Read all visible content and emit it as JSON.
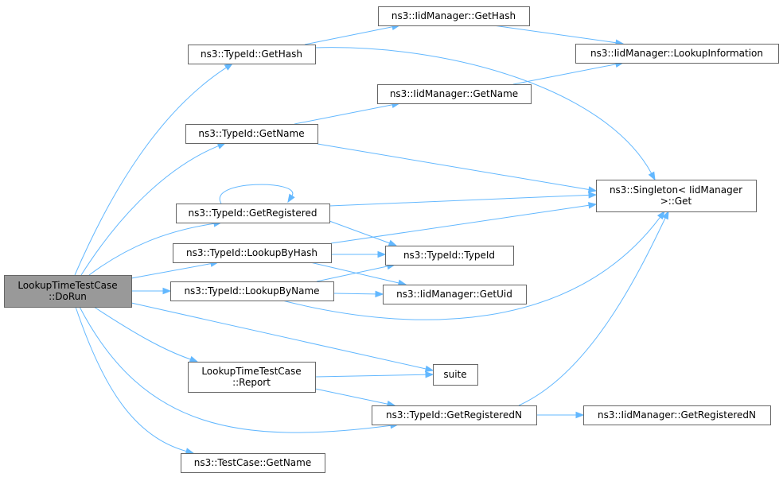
{
  "graph": {
    "nodes": [
      {
        "id": "dorun",
        "lines": [
          "LookupTimeTestCase",
          "::DoRun"
        ],
        "root": true
      },
      {
        "id": "typeid_gethash",
        "lines": [
          "ns3::TypeId::GetHash"
        ]
      },
      {
        "id": "typeid_getname",
        "lines": [
          "ns3::TypeId::GetName"
        ]
      },
      {
        "id": "typeid_getregistered",
        "lines": [
          "ns3::TypeId::GetRegistered"
        ]
      },
      {
        "id": "typeid_lookupbyhash",
        "lines": [
          "ns3::TypeId::LookupByHash"
        ]
      },
      {
        "id": "typeid_lookupbyname",
        "lines": [
          "ns3::TypeId::LookupByName"
        ]
      },
      {
        "id": "report",
        "lines": [
          "LookupTimeTestCase",
          "::Report"
        ]
      },
      {
        "id": "testcase_getname",
        "lines": [
          "ns3::TestCase::GetName"
        ]
      },
      {
        "id": "iid_gethash",
        "lines": [
          "ns3::IidManager::GetHash"
        ]
      },
      {
        "id": "iid_getname",
        "lines": [
          "ns3::IidManager::GetName"
        ]
      },
      {
        "id": "iid_lookupinfo",
        "lines": [
          "ns3::IidManager::LookupInformation"
        ]
      },
      {
        "id": "singleton_get",
        "lines": [
          "ns3::Singleton< IidManager",
          " >::Get"
        ]
      },
      {
        "id": "typeid_typeid",
        "lines": [
          "ns3::TypeId::TypeId"
        ]
      },
      {
        "id": "iid_getuid",
        "lines": [
          "ns3::IidManager::GetUid"
        ]
      },
      {
        "id": "suite",
        "lines": [
          "suite"
        ]
      },
      {
        "id": "typeid_getregisteredn",
        "lines": [
          "ns3::TypeId::GetRegisteredN"
        ]
      },
      {
        "id": "iid_getregisteredn",
        "lines": [
          "ns3::IidManager::GetRegisteredN"
        ]
      }
    ],
    "edges": [
      {
        "from": "dorun",
        "to": "typeid_gethash"
      },
      {
        "from": "dorun",
        "to": "typeid_getname"
      },
      {
        "from": "dorun",
        "to": "typeid_getregistered"
      },
      {
        "from": "dorun",
        "to": "typeid_lookupbyhash"
      },
      {
        "from": "dorun",
        "to": "typeid_lookupbyname"
      },
      {
        "from": "dorun",
        "to": "report"
      },
      {
        "from": "dorun",
        "to": "suite"
      },
      {
        "from": "dorun",
        "to": "typeid_getregisteredn"
      },
      {
        "from": "dorun",
        "to": "testcase_getname"
      },
      {
        "from": "typeid_gethash",
        "to": "iid_gethash"
      },
      {
        "from": "typeid_gethash",
        "to": "singleton_get"
      },
      {
        "from": "iid_gethash",
        "to": "iid_lookupinfo"
      },
      {
        "from": "iid_getname",
        "to": "iid_lookupinfo"
      },
      {
        "from": "typeid_getname",
        "to": "iid_getname"
      },
      {
        "from": "typeid_getname",
        "to": "singleton_get"
      },
      {
        "from": "typeid_getregistered",
        "to": "typeid_getregistered"
      },
      {
        "from": "typeid_getregistered",
        "to": "singleton_get"
      },
      {
        "from": "typeid_getregistered",
        "to": "typeid_typeid"
      },
      {
        "from": "typeid_lookupbyhash",
        "to": "singleton_get"
      },
      {
        "from": "typeid_lookupbyhash",
        "to": "typeid_typeid"
      },
      {
        "from": "typeid_lookupbyhash",
        "to": "iid_getuid"
      },
      {
        "from": "typeid_lookupbyname",
        "to": "typeid_typeid"
      },
      {
        "from": "typeid_lookupbyname",
        "to": "iid_getuid"
      },
      {
        "from": "typeid_lookupbyname",
        "to": "singleton_get"
      },
      {
        "from": "report",
        "to": "suite"
      },
      {
        "from": "report",
        "to": "typeid_getregisteredn"
      },
      {
        "from": "typeid_getregisteredn",
        "to": "iid_getregisteredn"
      },
      {
        "from": "typeid_getregisteredn",
        "to": "singleton_get"
      }
    ]
  }
}
